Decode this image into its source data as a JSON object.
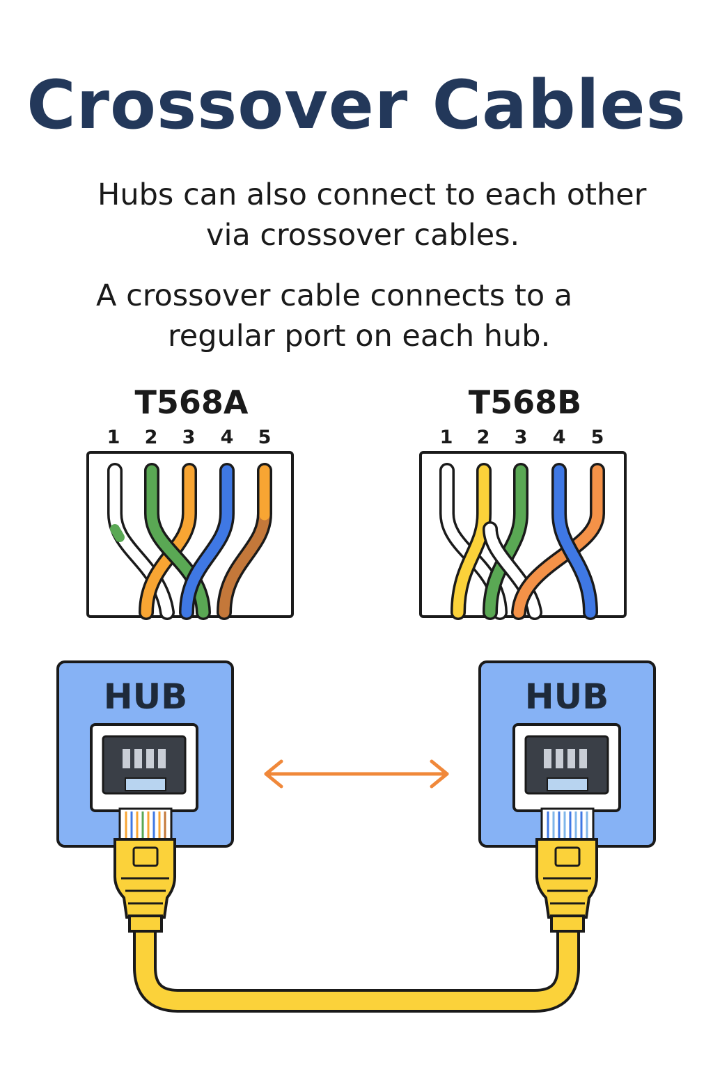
{
  "title": "Crossover Cables",
  "paragraphs": {
    "p1_line1": "Hubs can also connect to each other",
    "p1_line2": "via crossover cables.",
    "p2_line1": "A crossover cable connects to a",
    "p2_line2": "regular port on each hub."
  },
  "standards": {
    "left": {
      "label": "T568A",
      "pins": [
        "1",
        "2",
        "3",
        "4",
        "5"
      ],
      "wires": [
        "white-green",
        "green",
        "orange",
        "blue",
        "orange"
      ]
    },
    "right": {
      "label": "T568B",
      "pins": [
        "1",
        "2",
        "3",
        "4",
        "5"
      ],
      "wires": [
        "white",
        "yellow",
        "green",
        "blue",
        "orange"
      ]
    }
  },
  "hubs": {
    "left": {
      "label": "HUB"
    },
    "right": {
      "label": "HUB"
    }
  },
  "colors": {
    "title": "#23385a",
    "hub_fill": "#86b2f5",
    "cable": "#fbd23a",
    "arrow": "#f0883a",
    "green": "#5aa854",
    "orange": "#f8a533",
    "blue": "#3f78e4",
    "brown": "#c4783a",
    "yellow": "#fbd23a",
    "light_orange": "#f49248"
  },
  "icons": [
    "double-arrow-icon",
    "ethernet-port-icon",
    "rj45-plug-icon",
    "cable-icon"
  ]
}
